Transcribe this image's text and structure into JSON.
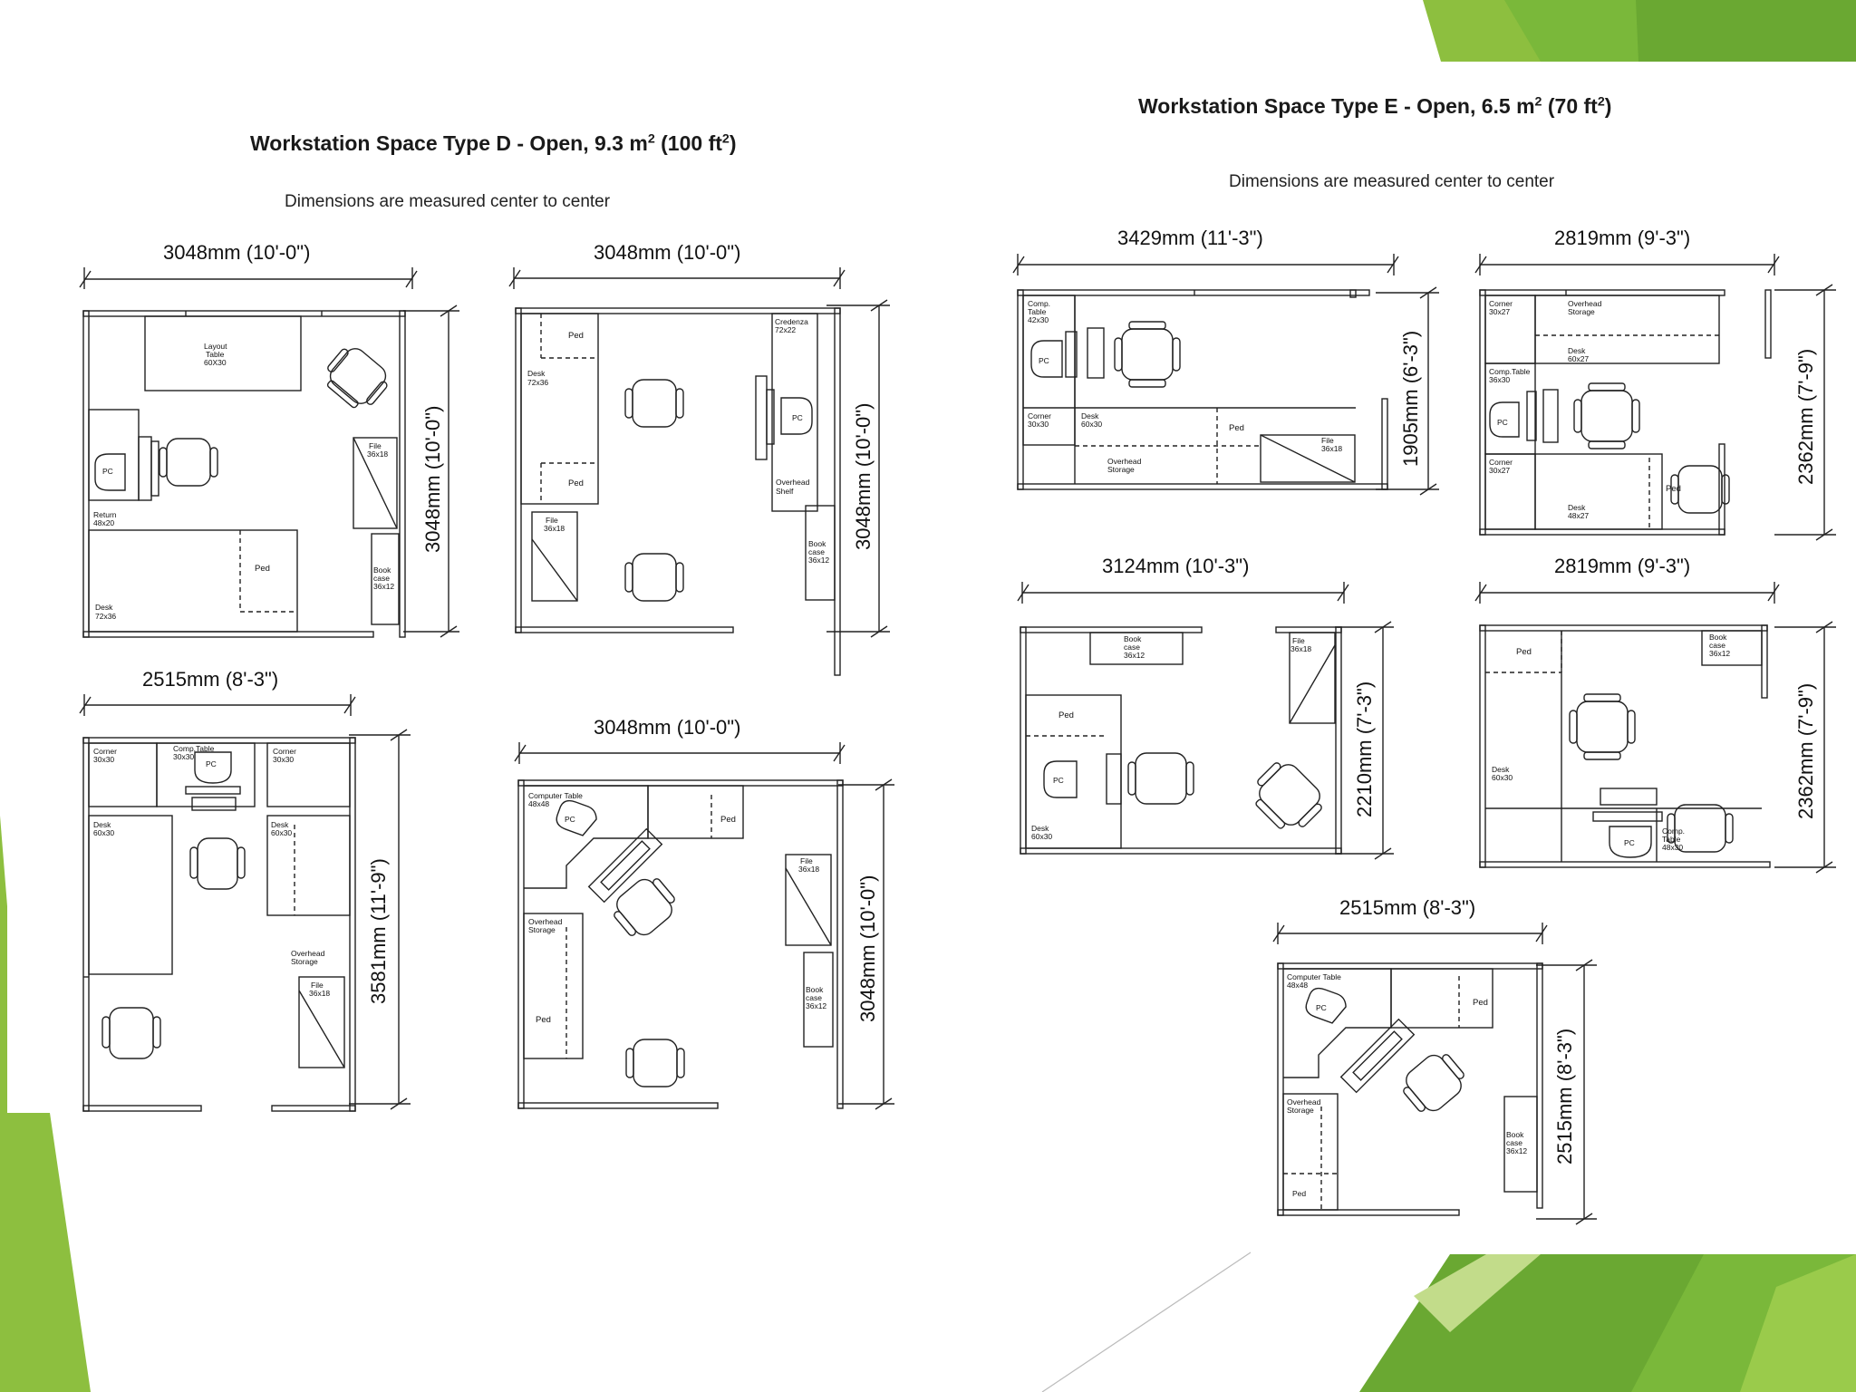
{
  "section_d": {
    "title": "Workstation Space Type D - Open, 9.3 m",
    "title_mid": " (100 ft",
    "title_end": ")",
    "sup": "2",
    "subtitle": "Dimensions are measured center to center"
  },
  "section_e": {
    "title": "Workstation Space Type E - Open, 6.5 m",
    "title_mid": " (70 ft",
    "title_end": ")",
    "sup": "2",
    "subtitle": "Dimensions are measured center to center"
  },
  "plans": {
    "d1": {
      "width_dim": "3048mm (10'-0\")",
      "height_dim": "3048mm (10'-0\")",
      "labels": {
        "layout1": "Layout",
        "layout2": "Table",
        "layout3": "60X30",
        "pc": "PC",
        "return1": "Return",
        "return2": "48x20",
        "desk1": "Desk",
        "desk2": "72x36",
        "ped": "Ped",
        "file1": "File",
        "file2": "36x18",
        "book1": "Book",
        "book2": "case",
        "book3": "36x12"
      }
    },
    "d2": {
      "width_dim": "3048mm (10'-0\")",
      "height_dim": "3048mm (10'-0\")",
      "labels": {
        "ped": "Ped",
        "desk1": "Desk",
        "desk2": "72x36",
        "cred1": "Credenza",
        "cred2": "72x22",
        "pc": "PC",
        "over1": "Overhead",
        "over2": "Shelf",
        "file1": "File",
        "file2": "36x18",
        "book1": "Book",
        "book2": "case",
        "book3": "36x12"
      }
    },
    "d3": {
      "width_dim": "2515mm (8'-3\")",
      "height_dim": "3581mm (11'-9\")",
      "labels": {
        "corner1": "Corner",
        "corner2": "30x30",
        "comp1": "Comp.Table",
        "comp2": "30x30",
        "pc": "PC",
        "desk1": "Desk",
        "desk2": "60x30",
        "over1": "Overhead",
        "over2": "Storage",
        "file1": "File",
        "file2": "36x18"
      }
    },
    "d4": {
      "width_dim": "3048mm (10'-0\")",
      "height_dim": "3048mm (10'-0\")",
      "labels": {
        "comp1": "Computer Table",
        "comp2": "48x48",
        "pc": "PC",
        "ped": "Ped",
        "over1": "Overhead",
        "over2": "Storage",
        "file1": "File",
        "file2": "36x18",
        "book1": "Book",
        "book2": "case",
        "book3": "36x12"
      }
    },
    "e1": {
      "width_dim": "3429mm (11'-3\")",
      "height_dim": "1905mm (6'-3\")",
      "labels": {
        "comp1": "Comp.",
        "comp2": "Table",
        "comp3": "42x30",
        "pc": "PC",
        "corner1": "Corner",
        "corner2": "30x30",
        "desk1": "Desk",
        "desk2": "60x30",
        "ped": "Ped",
        "over1": "Overhead",
        "over2": "Storage",
        "file1": "File",
        "file2": "36x18"
      }
    },
    "e2": {
      "width_dim": "2819mm (9'-3\")",
      "height_dim": "2362mm (7'-9\")",
      "labels": {
        "corner1": "Corner",
        "corner2": "30x27",
        "over1": "Overhead",
        "over2": "Storage",
        "desk1": "Desk",
        "desk2": "60x27",
        "comp1": "Comp.Table",
        "comp2": "36x30",
        "pc": "PC",
        "ped": "Ped",
        "desk3": "48x27"
      }
    },
    "e3": {
      "width_dim": "3124mm (10'-3\")",
      "height_dim": "2210mm (7'-3\")",
      "labels": {
        "book1": "Book",
        "book2": "case",
        "book3": "36x12",
        "file1": "File",
        "file2": "36x18",
        "ped": "Ped",
        "pc": "PC",
        "desk1": "Desk",
        "desk2": "60x30"
      }
    },
    "e4": {
      "width_dim": "2819mm (9'-3\")",
      "height_dim": "2362mm (7'-9\")",
      "labels": {
        "ped": "Ped",
        "book1": "Book",
        "book2": "case",
        "book3": "36x12",
        "desk1": "Desk",
        "desk2": "60x30",
        "pc": "PC",
        "comp1": "Comp.",
        "comp2": "Table",
        "comp3": "48x30"
      }
    },
    "e5": {
      "width_dim": "2515mm (8'-3\")",
      "height_dim": "2515mm (8'-3\")",
      "labels": {
        "comp1": "Computer Table",
        "comp2": "48x48",
        "pc": "PC",
        "ped": "Ped",
        "over1": "Overhead",
        "over2": "Storage",
        "book1": "Book",
        "book2": "case",
        "book3": "36x12"
      }
    }
  }
}
